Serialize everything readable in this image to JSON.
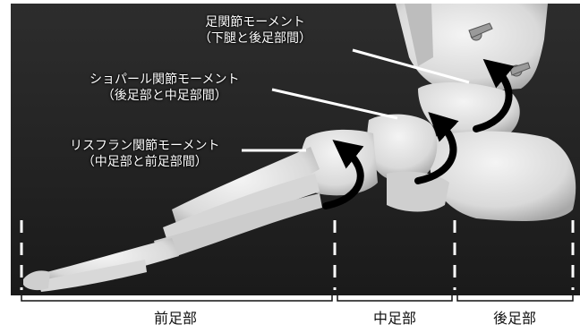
{
  "annotations": {
    "ankle": {
      "title": "足関節モーメント",
      "subtitle": "（下腿と後足部間）"
    },
    "chopart": {
      "title": "ショパール関節モーメント",
      "subtitle": "（後足部と中足部間）"
    },
    "lisfranc": {
      "title": "リスフラン関節モーメント",
      "subtitle": "（中足部と前足部間）"
    }
  },
  "regions": {
    "forefoot": "前足部",
    "midfoot": "中足部",
    "hindfoot": "後足部"
  },
  "colors": {
    "background": "#2a2a2a",
    "bone": "#e6e6e6",
    "arrow": "#000000",
    "divider": "#ffffff",
    "bracket": "#111111"
  }
}
